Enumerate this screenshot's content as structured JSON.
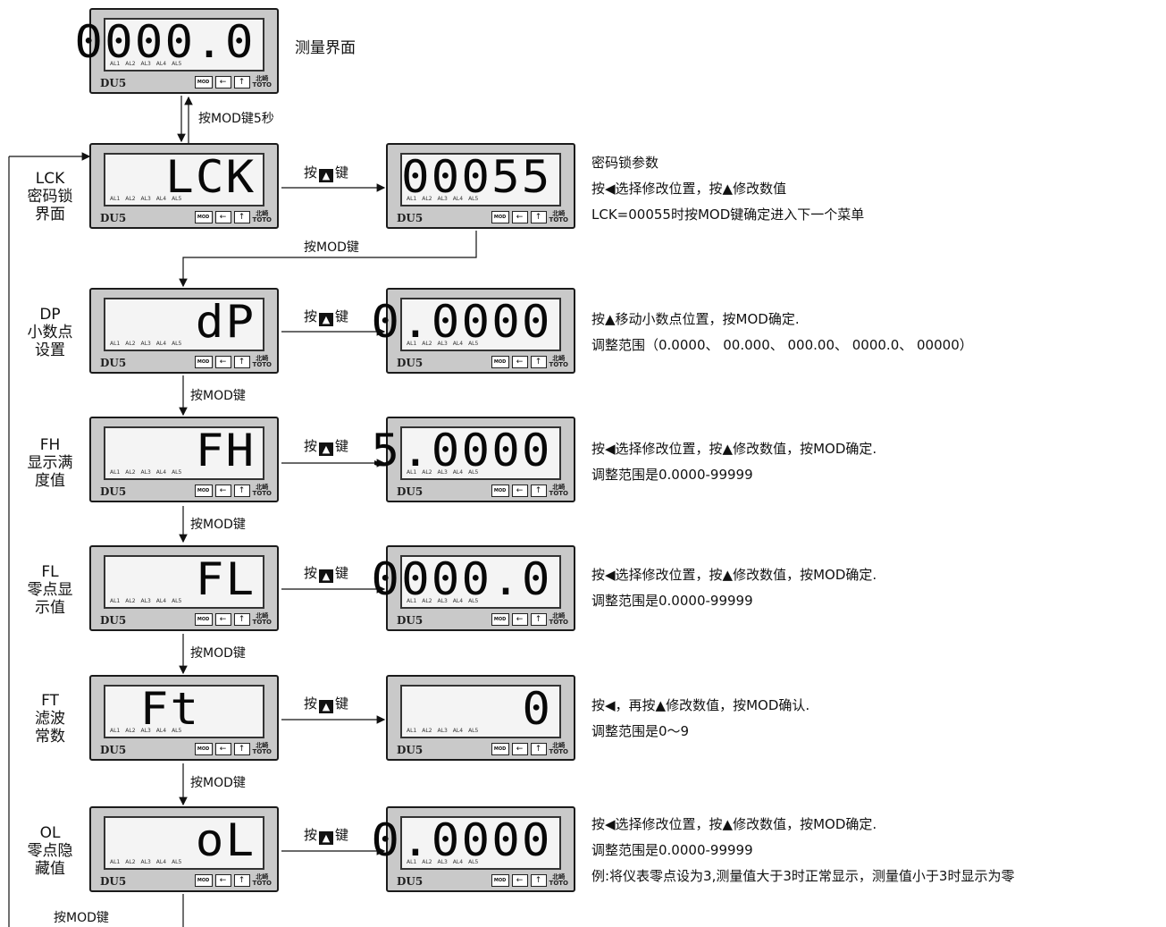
{
  "model": "DU5",
  "brand_logo_text": "北崎 TOTO",
  "panel_alarm_labels": [
    "AL1",
    "AL2",
    "AL3",
    "AL4",
    "AL5"
  ],
  "panel_keys": {
    "mod": "MOD",
    "left": "←",
    "up": "↑"
  },
  "measure": {
    "display": "0000.0",
    "label": "测量界面",
    "arrow_label": "按MOD键5秒"
  },
  "rows": [
    {
      "id": "lck",
      "code": "LCK",
      "name_line1": "密码锁",
      "name_line2": "界面",
      "display": "LCK",
      "value_display": "00055",
      "press_label": "按",
      "press_key": "▲",
      "press_suffix": "键",
      "desc": [
        "密码锁参数",
        "按◀选择修改位置，按▲修改数值",
        "LCK=00055时按MOD键确定进入下一个菜单"
      ]
    },
    {
      "id": "dp",
      "code": "DP",
      "name_line1": "小数点",
      "name_line2": "设置",
      "display": "dP",
      "value_display": "0.0000",
      "press_label": "按",
      "press_key": "▲",
      "press_suffix": "键",
      "desc": [
        "按▲移动小数点位置，按MOD确定.",
        "调整范围（0.0000、 00.000、 000.00、 0000.0、 00000）"
      ]
    },
    {
      "id": "fh",
      "code": "FH",
      "name_line1": "显示满",
      "name_line2": "度值",
      "display": "FH",
      "value_display": "5.0000",
      "press_label": "按",
      "press_key": "▲",
      "press_suffix": "键",
      "desc": [
        "按◀选择修改位置，按▲修改数值，按MOD确定.",
        "调整范围是0.0000-99999"
      ]
    },
    {
      "id": "fl",
      "code": "FL",
      "name_line1": "零点显",
      "name_line2": "示值",
      "display": "FL",
      "value_display": "0000.0",
      "press_label": "按",
      "press_key": "▲",
      "press_suffix": "键",
      "desc": [
        "按◀选择修改位置，按▲修改数值，按MOD确定.",
        "调整范围是0.0000-99999"
      ]
    },
    {
      "id": "ft",
      "code": "FT",
      "name_line1": "滤波",
      "name_line2": "常数",
      "display": "Ft",
      "value_display": "0",
      "press_label": "按",
      "press_key": "▲",
      "press_suffix": "键",
      "desc": [
        "按◀，再按▲修改数值，按MOD确认.",
        "调整范围是0～9"
      ]
    },
    {
      "id": "ol",
      "code": "OL",
      "name_line1": "零点隐",
      "name_line2": "藏值",
      "display": "oL",
      "value_display": "0.0000",
      "press_label": "按",
      "press_key": "▲",
      "press_suffix": "键",
      "desc": [
        "按◀选择修改位置，按▲修改数值，按MOD确定.",
        "调整范围是0.0000-99999",
        "例:将仪表零点设为3,测量值大于3时正常显示，测量值小于3时显示为零"
      ]
    }
  ],
  "connector_labels": [
    "按MOD键",
    "按MOD键",
    "按MOD键",
    "按MOD键",
    "按MOD键",
    "按MOD键"
  ]
}
